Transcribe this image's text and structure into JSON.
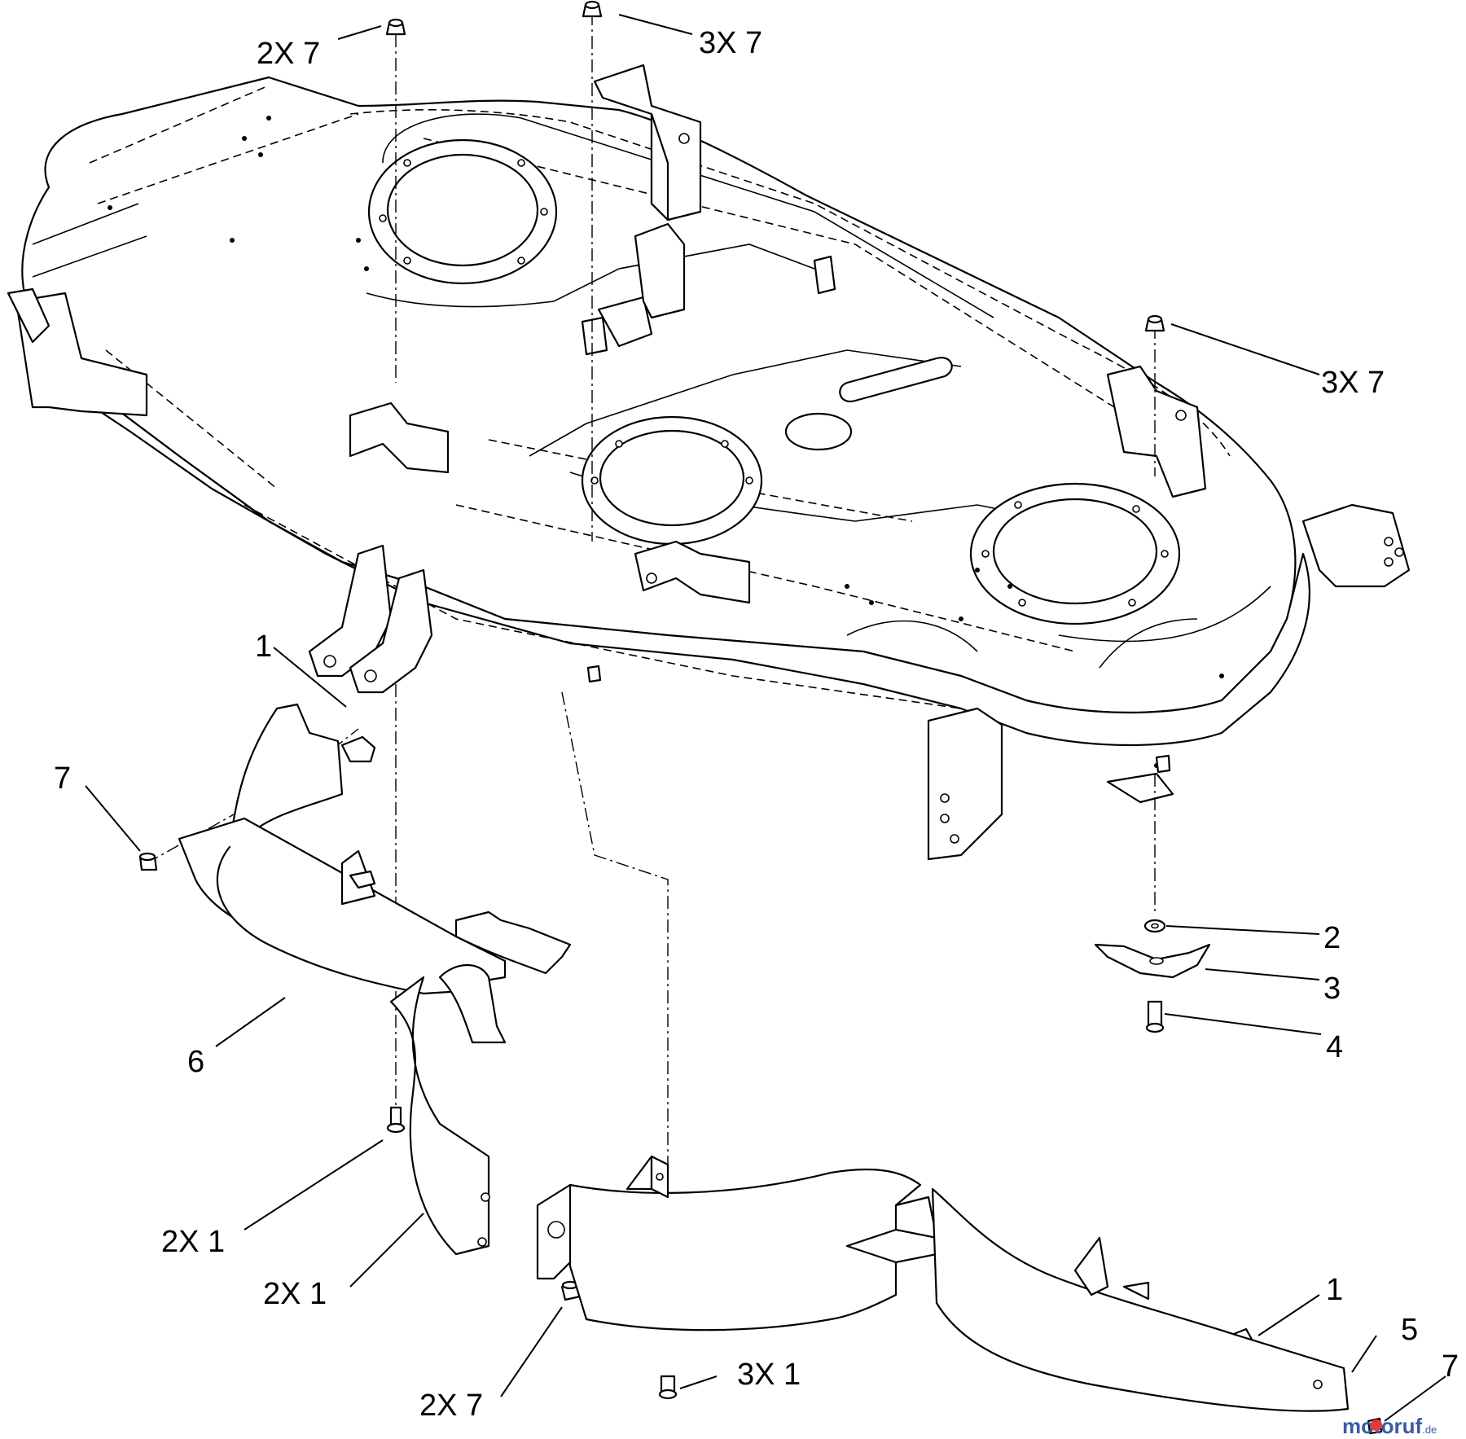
{
  "callouts": [
    {
      "id": "c-2x7-top",
      "text": "2X 7"
    },
    {
      "id": "c-3x7-top",
      "text": "3X 7"
    },
    {
      "id": "c-3x7-right",
      "text": "3X 7"
    },
    {
      "id": "c-1-left",
      "text": "1"
    },
    {
      "id": "c-7-left",
      "text": "7"
    },
    {
      "id": "c-6",
      "text": "6"
    },
    {
      "id": "c-2",
      "text": "2"
    },
    {
      "id": "c-3",
      "text": "3"
    },
    {
      "id": "c-4",
      "text": "4"
    },
    {
      "id": "c-2x1-a",
      "text": "2X 1"
    },
    {
      "id": "c-2x1-b",
      "text": "2X 1"
    },
    {
      "id": "c-2x7-bottom",
      "text": "2X 7"
    },
    {
      "id": "c-3x1",
      "text": "3X 1"
    },
    {
      "id": "c-1-right",
      "text": "1"
    },
    {
      "id": "c-5",
      "text": "5"
    },
    {
      "id": "c-7-right",
      "text": "7"
    }
  ],
  "watermark": {
    "part1": "motoruf",
    "part2": ".de"
  },
  "colors": {
    "line": "#000000",
    "background": "#ffffff"
  }
}
